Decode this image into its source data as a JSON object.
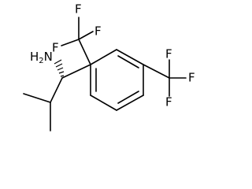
{
  "molecule": {
    "amine_label": "NH2",
    "amine_text": "H",
    "amine_n": "N",
    "amine_sub": "2",
    "fluorine_label": "F",
    "fluorine_label_count": 6
  }
}
